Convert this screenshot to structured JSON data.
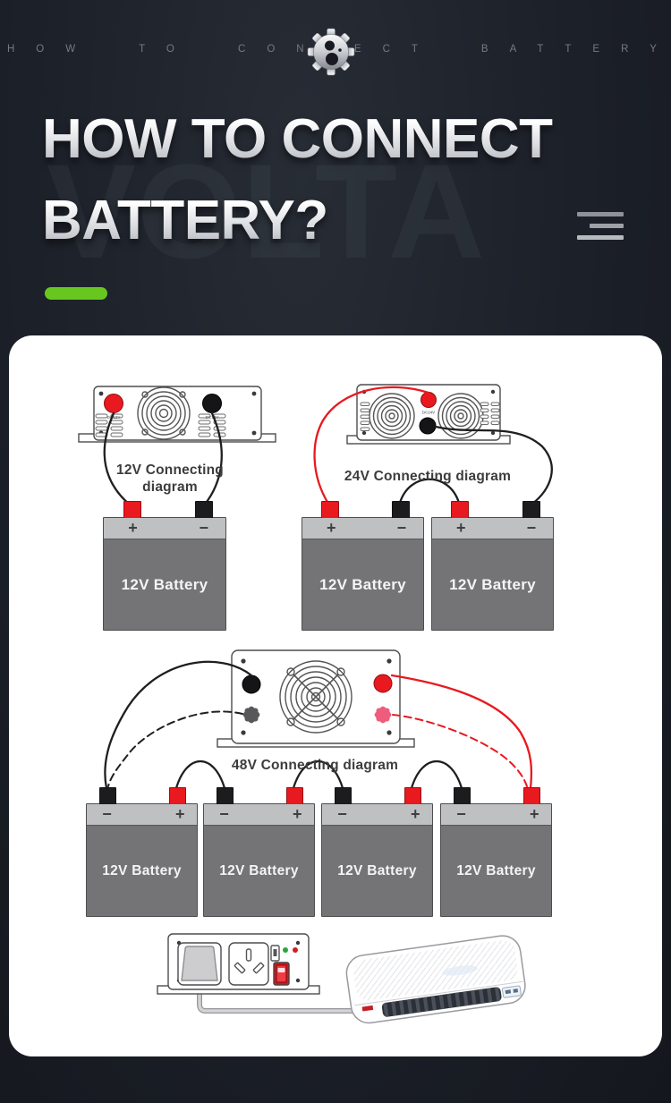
{
  "page": {
    "background": "#1d212a",
    "accent_green": "#68c71f",
    "card_bg": "#ffffff",
    "wire_red": "#e8191f",
    "wire_black": "#1f1f1f"
  },
  "header": {
    "ticker": "HOW TO CONNECT BATTERY",
    "watermark": "VOLTA",
    "title_line1": "HOW TO CONNECT",
    "title_line2": "BATTERY?",
    "gear_icon": "gear",
    "menu_icon": "hamburger-menu"
  },
  "diagrams": [
    {
      "label": "12V Connecting diagram",
      "label_line1": "12V Connecting",
      "label_line2": "diagram",
      "inverter_ports": [
        "DC12V",
        "DC12V"
      ],
      "batteries": [
        {
          "label": "12V Battery",
          "left_terminal": "+",
          "right_terminal": "−"
        }
      ]
    },
    {
      "label": "24V Connecting diagram",
      "inverter_ports": [
        "DC24V"
      ],
      "batteries": [
        {
          "label": "12V Battery",
          "left_terminal": "+",
          "right_terminal": "−"
        },
        {
          "label": "12V Battery",
          "left_terminal": "+",
          "right_terminal": "−"
        }
      ]
    },
    {
      "label": "48V Connecting diagram",
      "inverter_ports": [],
      "batteries": [
        {
          "label": "12V Battery",
          "left_terminal": "−",
          "right_terminal": "+"
        },
        {
          "label": "12V Battery",
          "left_terminal": "−",
          "right_terminal": "+"
        },
        {
          "label": "12V Battery",
          "left_terminal": "−",
          "right_terminal": "+"
        },
        {
          "label": "12V Battery",
          "left_terminal": "−",
          "right_terminal": "+"
        }
      ]
    }
  ]
}
